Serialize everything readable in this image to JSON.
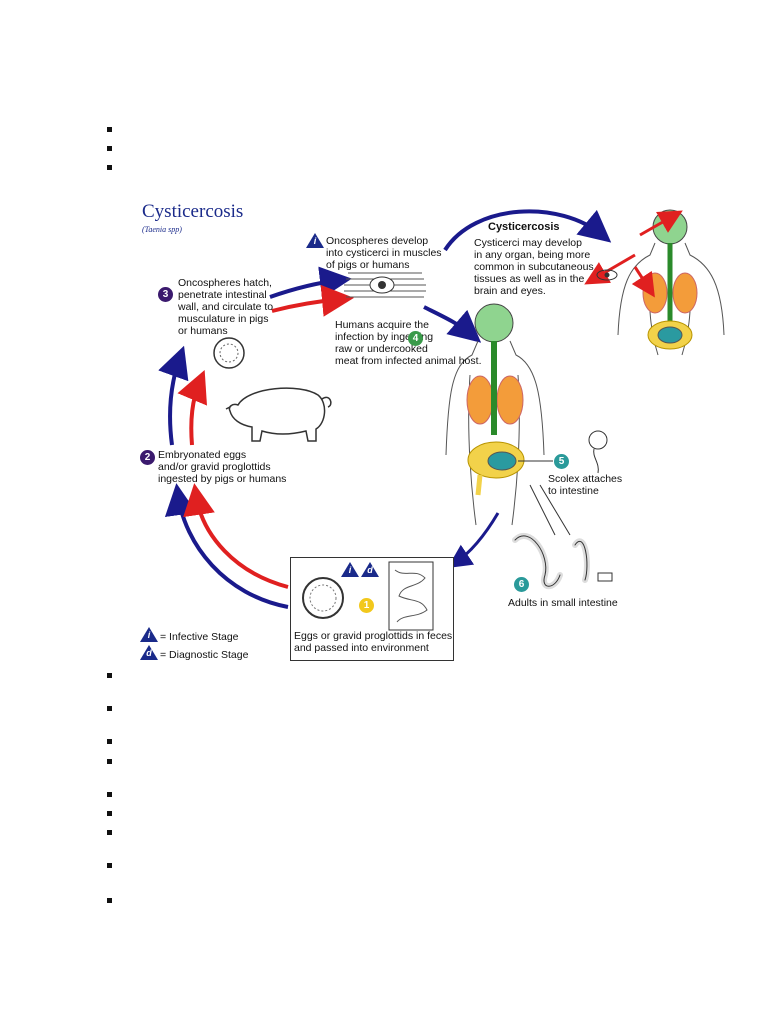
{
  "diagram": {
    "title": "Cysticercosis",
    "subtitle": "(Taenia spp)",
    "cysticercosis_heading": "Cysticercosis",
    "cysticercosis_text": "Cysticerci may develop\nin any organ, being more\ncommon in subcutaneous\ntissues as well as in the\nbrain and eyes.",
    "stages": [
      {
        "number": "1",
        "text": "Eggs or gravid proglottids in feces\nand passed into environment",
        "color": "#f2c81c"
      },
      {
        "number": "2",
        "text": "Embryonated eggs\nand/or gravid proglottids\ningested by pigs or humans",
        "color": "#3b1a6e"
      },
      {
        "number": "3",
        "text": "Oncospheres hatch,\npenetrate intestinal\nwall, and circulate to\nmusculature in pigs\nor humans",
        "color": "#3b1a6e"
      },
      {
        "number": "4",
        "text": "Humans acquire the\ninfection by ingesting\nraw or undercooked\nmeat from infected animal host.",
        "color": "#3a9a4a"
      },
      {
        "number": "5",
        "text": "Scolex attaches\nto intestine",
        "color": "#2a9a9a"
      },
      {
        "number": "6",
        "text": "Adults in small intestine",
        "color": "#2a9a9a"
      }
    ],
    "oncosphere_text": "Oncospheres develop\ninto cysticerci in muscles\nof pigs or humans",
    "legend": [
      {
        "symbol": "i",
        "label": "= Infective Stage"
      },
      {
        "symbol": "d",
        "label": "= Diagnostic Stage"
      }
    ],
    "box_symbols": [
      "i",
      "d"
    ],
    "colors": {
      "arrow_blue": "#1a1a8c",
      "arrow_red": "#e02020",
      "title_blue": "#1a2a8a"
    }
  }
}
